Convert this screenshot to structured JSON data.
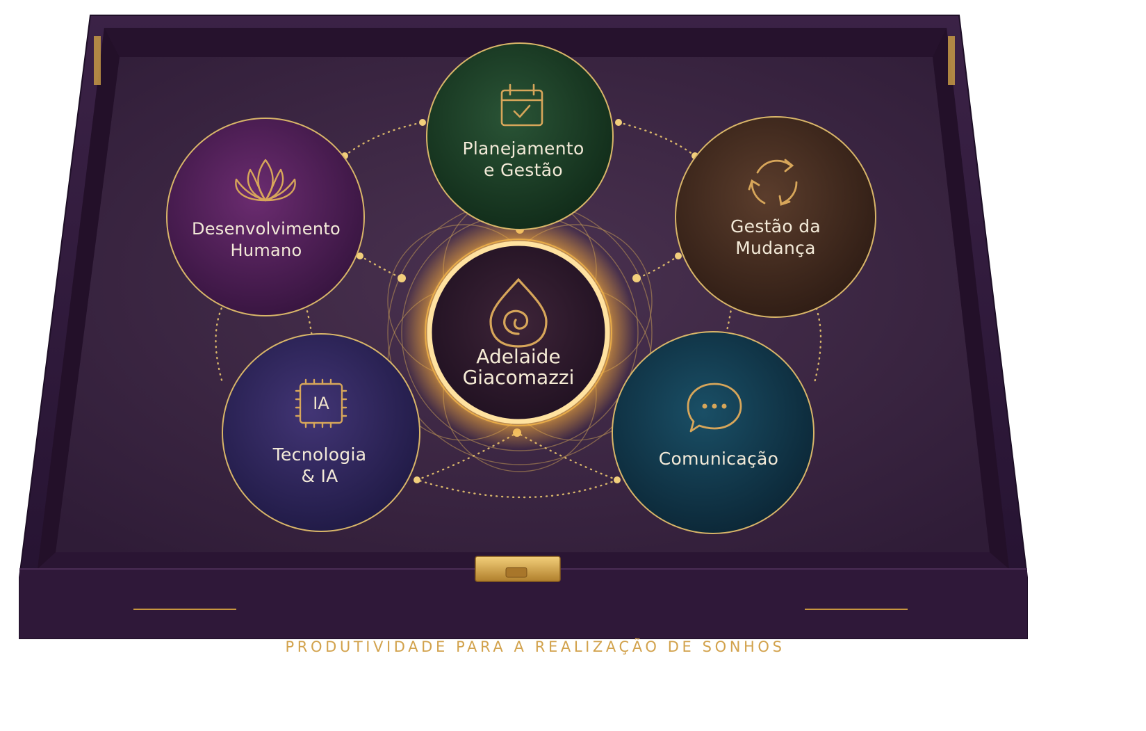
{
  "center": {
    "name_line1": "Adelaide",
    "name_line2": "Giacomazzi",
    "icon": "spiral-drop-icon"
  },
  "nodes": [
    {
      "id": "planejamento",
      "line1": "Planejamento",
      "line2": "e Gestão",
      "icon": "calendar-check-icon",
      "color": "#163a24"
    },
    {
      "id": "gestao-mudanca",
      "line1": "Gestão da",
      "line2": "Mudança",
      "icon": "cycle-arrows-icon",
      "color": "#3f2a20"
    },
    {
      "id": "comunicacao",
      "line1": "Comunicação",
      "line2": "",
      "icon": "chat-bubble-icon",
      "color": "#0f3447"
    },
    {
      "id": "tecnologia",
      "line1": "Tecnologia",
      "line2": "& IA",
      "icon": "chip-icon",
      "icon_text": "IA",
      "color": "#2c2358"
    },
    {
      "id": "desenvolvimento",
      "line1": "Desenvolvimento",
      "line2": "Humano",
      "icon": "lotus-icon",
      "color": "#4d1d52"
    }
  ],
  "tagline": "PRODUTIVIDADE PARA A REALIZAÇÃO DE SONHOS",
  "colors": {
    "box": "#2e1838",
    "box_inner": "#3a2442",
    "gold": "#d2a24c",
    "glow": "#ffcf70"
  }
}
